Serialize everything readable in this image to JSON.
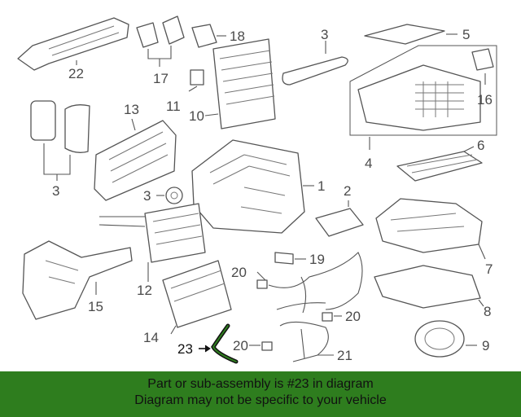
{
  "banner": {
    "line1": "Part or sub-assembly is #23 in diagram",
    "line2": "Diagram may not be specific to your vehicle"
  },
  "callouts": [
    "22",
    "17",
    "18",
    "3",
    "5",
    "16",
    "13",
    "11",
    "10",
    "3",
    "4",
    "6",
    "1",
    "2",
    "3",
    "19",
    "12",
    "15",
    "20",
    "7",
    "8",
    "14",
    "20",
    "23",
    "20",
    "21",
    "9"
  ],
  "highlight_color": "#2e7d1e",
  "highlight_part": "23"
}
